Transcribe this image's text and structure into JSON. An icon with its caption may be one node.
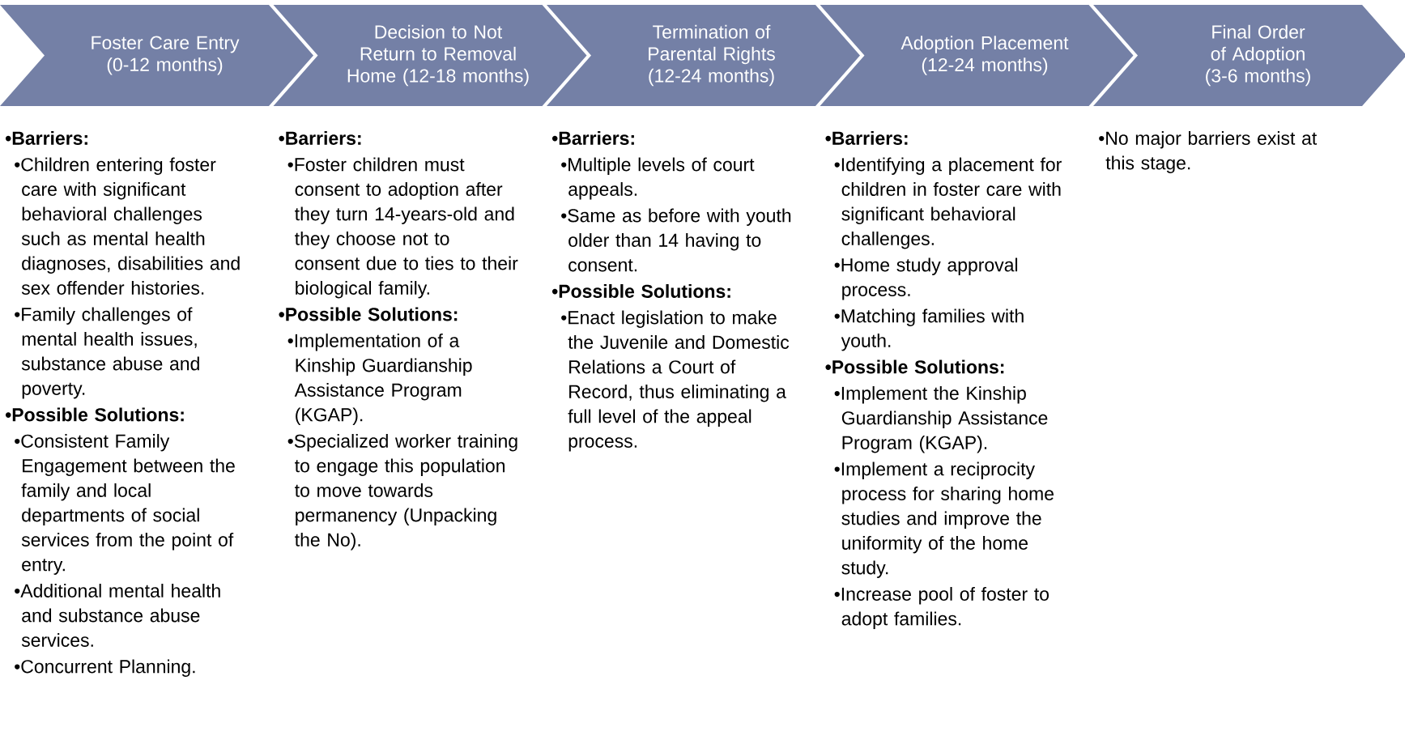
{
  "diagram": {
    "nodes": [
      {
        "text": [
          "Foster Care Entry (0-12 months)"
        ],
        "beside": [
          "•Barriers:",
          "•Children entering foster care with significant behavioral challenges such as mental health diagnoses, disabilities and sex offender histories.",
          "•Family challenges of mental health issues, substance abuse and poverty.",
          "•Possible Solutions:",
          "•Consistent Family Engagement between the family and local departments of social services from the point of entry.",
          "•Additional mental health and substance abuse services.",
          "•Concurrent Planning."
        ]
      },
      {
        "text": [
          "Decision to Not Return to Removal Home (12-18 months)"
        ],
        "beside": [
          "•Barriers:",
          "•Foster children must consent to adoption after they turn 14-years-old and they choose not to consent due to ties to their biological family.",
          "•Possible Solutions:",
          "•Implementation of a Kinship Guardianship Assistance Program (KGAP).",
          "•Specialized worker training to engage this population to move towards permanency (Unpacking the No)."
        ]
      },
      {
        "text": [
          "Termination of Parental Rights (12-24 months)"
        ],
        "beside": [
          "•Barriers:",
          "•Multiple levels of court appeals.",
          "•Same as before with youth older than 14 having to consent.",
          "•Possible Solutions:",
          "•Enact legislation to make the Juvenile and Domestic Relations a Court of Record, thus eliminating a full level of the appeal process."
        ]
      },
      {
        "text": [
          "Adoption Placement (12-24 months)"
        ],
        "beside": [
          "•Barriers:",
          "•Identifying a placement for children in foster care with significant behavioral challenges.",
          "•Home study approval process.",
          "•Matching families with youth.",
          "•Possible Solutions:",
          "•Implement the Kinship Guardianship Assistance Program (KGAP).",
          "•Implement a reciprocity process for sharing home studies and improve the uniformity of the home study.",
          "•Increase pool of foster to adopt families."
        ]
      },
      {
        "text": [
          "Final Order of Adoption (3-6 months)"
        ],
        "beside": [
          "•No major barriers exist at this stage."
        ]
      }
    ]
  }
}
